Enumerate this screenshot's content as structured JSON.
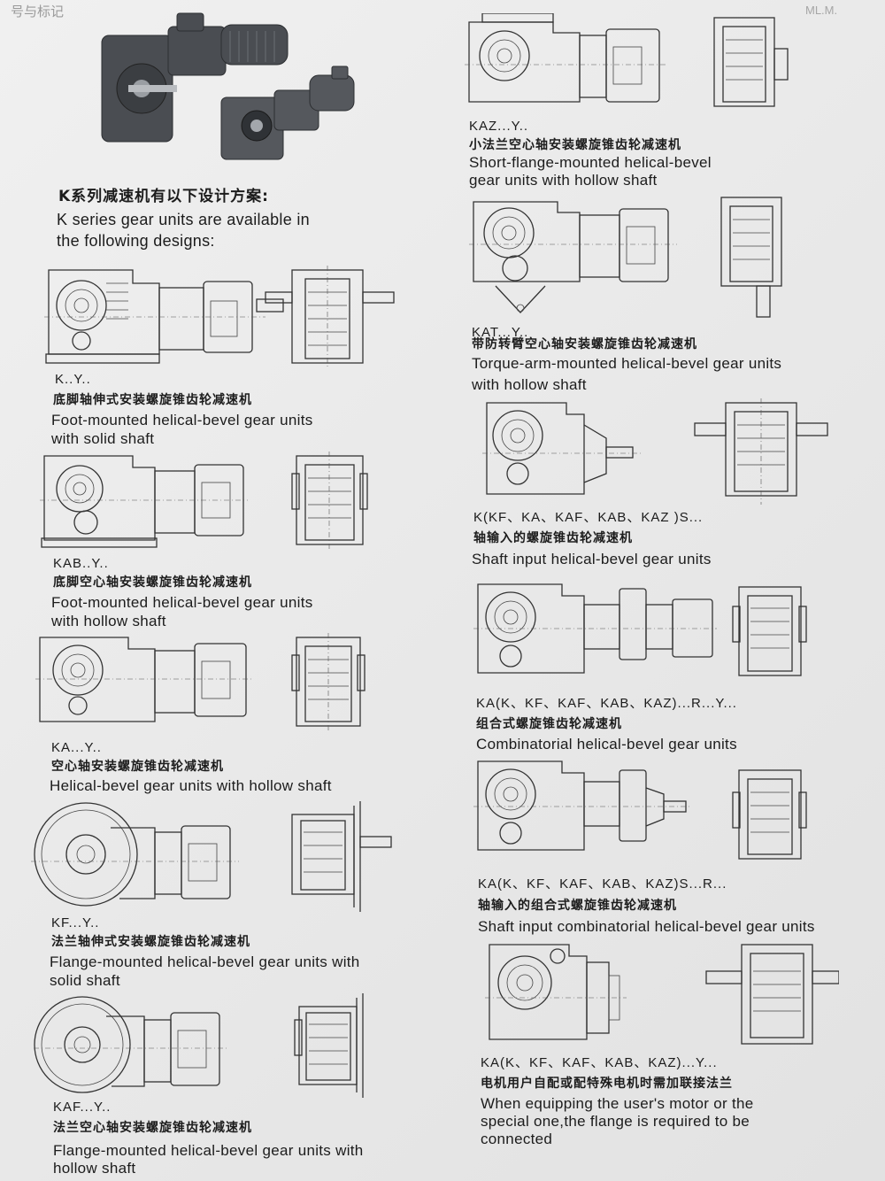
{
  "header": {
    "corner_fragment": "号与标记",
    "corner_right": "ML.M."
  },
  "intro": {
    "zh": "K系列减速机有以下设计方案:",
    "en_line1": "K series gear units are available in",
    "en_line2": "the following designs:"
  },
  "designs": [
    {
      "code": "K..Y..",
      "zh": "底脚轴伸式安装螺旋锥齿轮减速机",
      "en1": "Foot-mounted helical-bevel gear units",
      "en2": "with solid shaft"
    },
    {
      "code": "KAB..Y..",
      "zh": "底脚空心轴安装螺旋锥齿轮减速机",
      "en1": "Foot-mounted helical-bevel gear units",
      "en2": "with hollow shaft"
    },
    {
      "code": "KA...Y..",
      "zh": "空心轴安装螺旋锥齿轮减速机",
      "en1": "Helical-bevel gear units with hollow shaft",
      "en2": ""
    },
    {
      "code": "KF...Y..",
      "zh": "法兰轴伸式安装螺旋锥齿轮减速机",
      "en1": "Flange-mounted helical-bevel gear units with",
      "en2": "solid shaft"
    },
    {
      "code": "KAF...Y..",
      "zh": "法兰空心轴安装螺旋锥齿轮减速机",
      "en1": "Flange-mounted helical-bevel gear units with",
      "en2": "hollow shaft"
    },
    {
      "code": "KAZ...Y..",
      "zh": "小法兰空心轴安装螺旋锥齿轮减速机",
      "en1": "Short-flange-mounted helical-bevel",
      "en2": "gear units with hollow shaft"
    },
    {
      "code": "KAT...Y..",
      "zh": "带防转臂空心轴安装螺旋锥齿轮减速机",
      "en1": "Torque-arm-mounted helical-bevel gear units",
      "en2": "with hollow shaft"
    },
    {
      "code": "K(KF、KA、KAF、KAB、KAZ )S...",
      "zh": "轴输入的螺旋锥齿轮减速机",
      "en1": "Shaft input helical-bevel gear units",
      "en2": ""
    },
    {
      "code": "KA(K、KF、KAF、KAB、KAZ)...R...Y...",
      "zh": "组合式螺旋锥齿轮减速机",
      "en1": "Combinatorial helical-bevel gear units",
      "en2": ""
    },
    {
      "code": "KA(K、KF、KAF、KAB、KAZ)S...R...",
      "zh": "轴输入的组合式螺旋锥齿轮减速机",
      "en1": "Shaft input combinatorial helical-bevel gear units",
      "en2": ""
    },
    {
      "code": "KA(K、KF、KAF、KAB、KAZ)...Y...",
      "zh": "电机用户自配或配特殊电机时需加联接法兰",
      "en1": "When equipping the user's motor or the",
      "en2": "special one,the flange is required to be",
      "en3": "connected"
    }
  ],
  "colors": {
    "paper": "#ebebeb",
    "ink": "#1c1c1c",
    "line": "#333333",
    "photo": "#4a4d52"
  }
}
